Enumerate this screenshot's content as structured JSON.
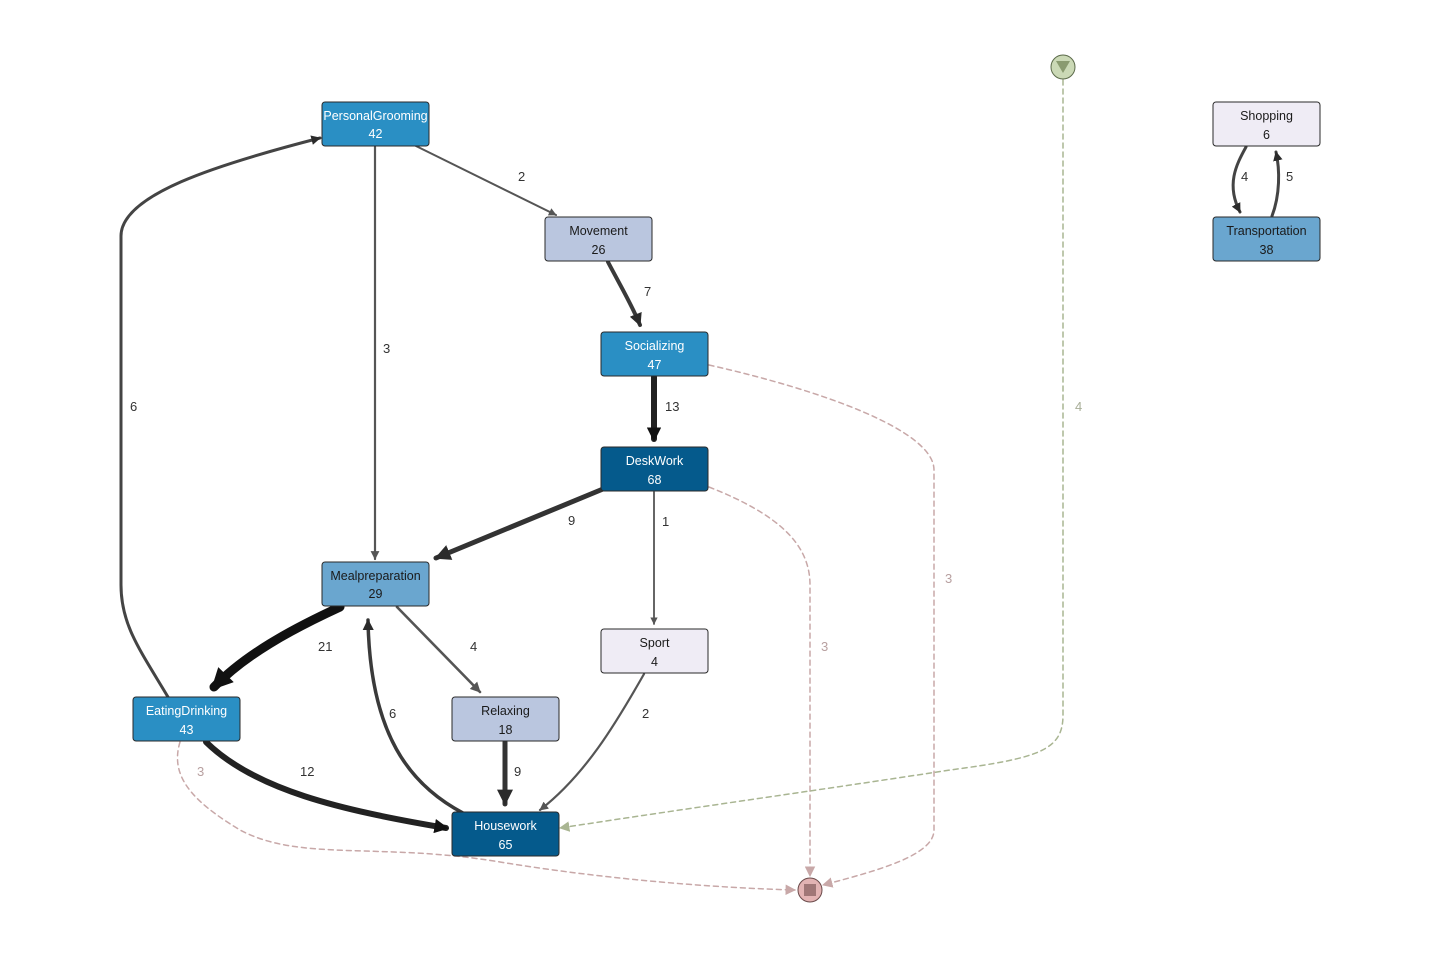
{
  "colors": {
    "level_dark": "#055a8c",
    "level_mid": "#2a8fc4",
    "level_mid_light": "#6aa6cf",
    "level_light": "#bac6df",
    "level_faint": "#efecf5",
    "text_dark": "#1a1a1a",
    "text_light": "#ffffff",
    "edge_solid": "#555555",
    "edge_heavy": "#2b2b2b",
    "edge_end": "#c8a8a8",
    "edge_start": "#a9b592",
    "start_fill": "#cbd9b6",
    "start_icon": "#8a9b70",
    "end_fill": "#e3b3b3",
    "end_icon": "#a07676"
  },
  "nodes": [
    {
      "id": "personal-grooming",
      "label": "PersonalGrooming",
      "count": "42",
      "level": "level_mid"
    },
    {
      "id": "movement",
      "label": "Movement",
      "count": "26",
      "level": "level_light"
    },
    {
      "id": "socializing",
      "label": "Socializing",
      "count": "47",
      "level": "level_mid"
    },
    {
      "id": "deskwork",
      "label": "DeskWork",
      "count": "68",
      "level": "level_dark"
    },
    {
      "id": "mealpreparation",
      "label": "Mealpreparation",
      "count": "29",
      "level": "level_mid_light"
    },
    {
      "id": "sport",
      "label": "Sport",
      "count": "4",
      "level": "level_faint"
    },
    {
      "id": "eating-drinking",
      "label": "EatingDrinking",
      "count": "43",
      "level": "level_mid"
    },
    {
      "id": "relaxing",
      "label": "Relaxing",
      "count": "18",
      "level": "level_light"
    },
    {
      "id": "housework",
      "label": "Housework",
      "count": "65",
      "level": "level_dark"
    },
    {
      "id": "shopping",
      "label": "Shopping",
      "count": "6",
      "level": "level_faint"
    },
    {
      "id": "transportation",
      "label": "Transportation",
      "count": "38",
      "level": "level_mid_light"
    }
  ],
  "start_node": {
    "icon": "start-triangle-icon"
  },
  "end_node": {
    "icon": "end-square-icon"
  },
  "edges": [
    {
      "id": "personalgrooming-movement",
      "from": "PersonalGrooming",
      "to": "Movement",
      "label": "2",
      "style": "solid"
    },
    {
      "id": "personalgrooming-mealpreparation",
      "from": "PersonalGrooming",
      "to": "Mealpreparation",
      "label": "3",
      "style": "solid"
    },
    {
      "id": "eatingdrinking-personalgrooming",
      "from": "EatingDrinking",
      "to": "PersonalGrooming",
      "label": "6",
      "style": "solid"
    },
    {
      "id": "movement-socializing",
      "from": "Movement",
      "to": "Socializing",
      "label": "7",
      "style": "solid"
    },
    {
      "id": "socializing-deskwork",
      "from": "Socializing",
      "to": "DeskWork",
      "label": "13",
      "style": "solid"
    },
    {
      "id": "socializing-end",
      "from": "Socializing",
      "to": "end",
      "label": "3",
      "style": "dashed"
    },
    {
      "id": "deskwork-mealpreparation",
      "from": "DeskWork",
      "to": "Mealpreparation",
      "label": "9",
      "style": "solid"
    },
    {
      "id": "deskwork-sport",
      "from": "DeskWork",
      "to": "Sport",
      "label": "1",
      "style": "solid"
    },
    {
      "id": "deskwork-end",
      "from": "DeskWork",
      "to": "end",
      "label": "3",
      "style": "dashed"
    },
    {
      "id": "mealpreparation-eatingdrinking",
      "from": "Mealpreparation",
      "to": "EatingDrinking",
      "label": "21",
      "style": "solid"
    },
    {
      "id": "mealpreparation-relaxing",
      "from": "Mealpreparation",
      "to": "Relaxing",
      "label": "4",
      "style": "solid"
    },
    {
      "id": "housework-mealpreparation",
      "from": "Housework",
      "to": "Mealpreparation",
      "label": "6",
      "style": "solid"
    },
    {
      "id": "sport-housework",
      "from": "Sport",
      "to": "Housework",
      "label": "2",
      "style": "solid"
    },
    {
      "id": "eatingdrinking-housework",
      "from": "EatingDrinking",
      "to": "Housework",
      "label": "12",
      "style": "solid"
    },
    {
      "id": "eatingdrinking-end",
      "from": "EatingDrinking",
      "to": "end",
      "label": "3",
      "style": "dashed"
    },
    {
      "id": "relaxing-housework",
      "from": "Relaxing",
      "to": "Housework",
      "label": "9",
      "style": "solid"
    },
    {
      "id": "start-housework",
      "from": "start",
      "to": "Housework",
      "label": "4",
      "style": "dashed"
    },
    {
      "id": "shopping-transportation",
      "from": "Shopping",
      "to": "Transportation",
      "label": "4",
      "style": "solid"
    },
    {
      "id": "transportation-shopping",
      "from": "Transportation",
      "to": "Shopping",
      "label": "5",
      "style": "solid"
    }
  ]
}
